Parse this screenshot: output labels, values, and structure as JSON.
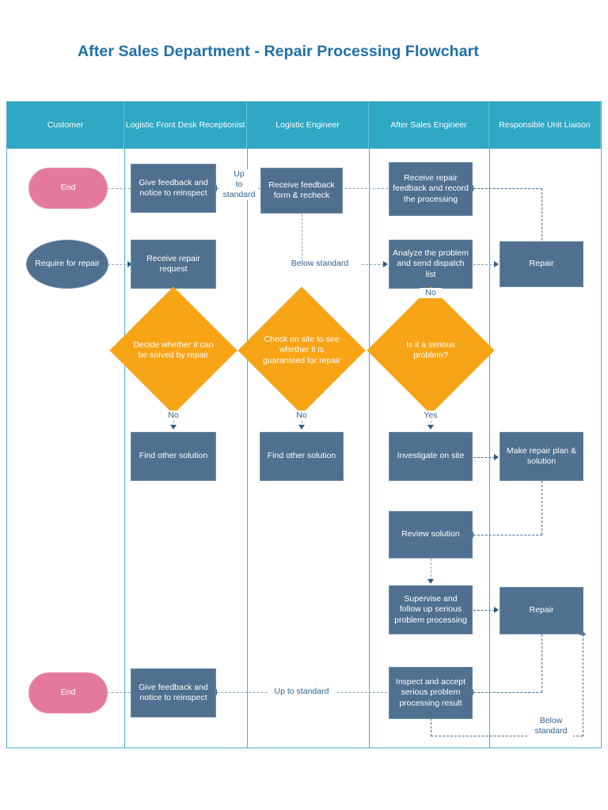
{
  "title": "After Sales Department - Repair Processing Flowchart",
  "colors": {
    "title": "#1F6FA8",
    "lane_header": "#2EA8C3",
    "process": "#50708F",
    "decision": "#F8A417",
    "terminator": "#E37A9E",
    "connector": "#3E6E96",
    "label_text": "#2D6491"
  },
  "chart_data": {
    "type": "diagram",
    "diagram_kind": "swimlane-flowchart",
    "title": "After Sales Department - Repair Processing Flowchart",
    "lanes": [
      {
        "id": "customer",
        "label": "Customer"
      },
      {
        "id": "front-desk",
        "label": "Logistic Front Desk Receptionist"
      },
      {
        "id": "logistic-engineer",
        "label": "Logistic Engineer"
      },
      {
        "id": "after-sales-engineer",
        "label": "After Sales Engineer"
      },
      {
        "id": "responsible-unit",
        "label": "Responsible Unit Liaison"
      }
    ],
    "nodes": [
      {
        "id": "end-top",
        "lane": "customer",
        "shape": "terminator",
        "label": "End"
      },
      {
        "id": "require-repair",
        "lane": "customer",
        "shape": "oval",
        "label": "Require for repair"
      },
      {
        "id": "end-bottom",
        "lane": "customer",
        "shape": "terminator",
        "label": "End"
      },
      {
        "id": "give-feedback-top",
        "lane": "front-desk",
        "shape": "process",
        "label": "Give feedback and notice to reinspect"
      },
      {
        "id": "receive-repair-request",
        "lane": "front-desk",
        "shape": "process",
        "label": "Receive repair request"
      },
      {
        "id": "decide-repair",
        "lane": "front-desk",
        "shape": "decision",
        "label": "Decide whether it can be solved by repair"
      },
      {
        "id": "find-other-solution-1",
        "lane": "front-desk",
        "shape": "process",
        "label": "Find other solution"
      },
      {
        "id": "give-feedback-bottom",
        "lane": "front-desk",
        "shape": "process",
        "label": "Give feedback and notice to reinspect"
      },
      {
        "id": "receive-feedback-form",
        "lane": "logistic-engineer",
        "shape": "process",
        "label": "Receive feedback form & recheck"
      },
      {
        "id": "check-on-site",
        "lane": "logistic-engineer",
        "shape": "decision",
        "label": "Check on site to see whether it is guaranteed for repair"
      },
      {
        "id": "find-other-solution-2",
        "lane": "logistic-engineer",
        "shape": "process",
        "label": "Find other solution"
      },
      {
        "id": "receive-repair-feedback",
        "lane": "after-sales-engineer",
        "shape": "process",
        "label": "Receive repair feedback and record the processing"
      },
      {
        "id": "analyze-problem",
        "lane": "after-sales-engineer",
        "shape": "process",
        "label": "Analyze the problem and send dispatch list"
      },
      {
        "id": "serious-problem",
        "lane": "after-sales-engineer",
        "shape": "decision",
        "label": "Is it a serious problem?"
      },
      {
        "id": "investigate-on-site",
        "lane": "after-sales-engineer",
        "shape": "process",
        "label": "Investigate on site"
      },
      {
        "id": "review-solution",
        "lane": "after-sales-engineer",
        "shape": "process",
        "label": "Review solution"
      },
      {
        "id": "supervise-follow-up",
        "lane": "after-sales-engineer",
        "shape": "process",
        "label": "Supervise and follow up serious problem processing"
      },
      {
        "id": "inspect-accept",
        "lane": "after-sales-engineer",
        "shape": "process",
        "label": "Inspect and accept serious problem processing result"
      },
      {
        "id": "repair-top",
        "lane": "responsible-unit",
        "shape": "process",
        "label": "Repair"
      },
      {
        "id": "make-repair-plan",
        "lane": "responsible-unit",
        "shape": "process",
        "label": "Make repair plan & solution"
      },
      {
        "id": "repair-bottom",
        "lane": "responsible-unit",
        "shape": "process",
        "label": "Repair"
      }
    ],
    "edges": [
      {
        "from": "give-feedback-top",
        "to": "end-top",
        "label": ""
      },
      {
        "from": "receive-feedback-form",
        "to": "give-feedback-top",
        "label": "Up to standard"
      },
      {
        "from": "receive-repair-feedback",
        "to": "receive-feedback-form",
        "label": ""
      },
      {
        "from": "repair-top",
        "to": "receive-repair-feedback",
        "label": ""
      },
      {
        "from": "require-repair",
        "to": "receive-repair-request",
        "label": ""
      },
      {
        "from": "receive-feedback-form",
        "to": "analyze-problem",
        "label": "Below standard"
      },
      {
        "from": "analyze-problem",
        "to": "repair-top",
        "label": ""
      },
      {
        "from": "serious-problem",
        "to": "analyze-problem",
        "label": "No"
      },
      {
        "from": "receive-repair-request",
        "to": "decide-repair",
        "label": ""
      },
      {
        "from": "decide-repair",
        "to": "check-on-site",
        "label": ""
      },
      {
        "from": "check-on-site",
        "to": "serious-problem",
        "label": ""
      },
      {
        "from": "decide-repair",
        "to": "find-other-solution-1",
        "label": "No"
      },
      {
        "from": "check-on-site",
        "to": "find-other-solution-2",
        "label": "No"
      },
      {
        "from": "serious-problem",
        "to": "investigate-on-site",
        "label": "Yes"
      },
      {
        "from": "investigate-on-site",
        "to": "make-repair-plan",
        "label": ""
      },
      {
        "from": "make-repair-plan",
        "to": "review-solution",
        "label": ""
      },
      {
        "from": "review-solution",
        "to": "supervise-follow-up",
        "label": ""
      },
      {
        "from": "supervise-follow-up",
        "to": "repair-bottom",
        "label": ""
      },
      {
        "from": "repair-bottom",
        "to": "inspect-accept",
        "label": ""
      },
      {
        "from": "inspect-accept",
        "to": "give-feedback-bottom",
        "label": "Up to standard"
      },
      {
        "from": "give-feedback-bottom",
        "to": "end-bottom",
        "label": ""
      },
      {
        "from": "inspect-accept",
        "to": "repair-bottom",
        "label": "Below standard"
      }
    ],
    "edge_labels": [
      "Up to standard",
      "Below standard",
      "No",
      "No",
      "No",
      "Yes",
      "Up to standard",
      "Below standard"
    ]
  },
  "lane_headers": {
    "customer": "Customer",
    "front_desk": "Logistic Front Desk Receptionist",
    "logistic_engineer": "Logistic Engineer",
    "after_sales_engineer": "After Sales Engineer",
    "responsible_unit": "Responsible Unit Liaison"
  },
  "nodes": {
    "end_top": "End",
    "require_repair": "Require for repair",
    "end_bottom": "End",
    "give_feedback_top": "Give feedback and notice to reinspect",
    "receive_repair_request": "Receive repair request",
    "decide_repair": "Decide whether it can be solved by repair",
    "find_other_solution_1": "Find other solution",
    "give_feedback_bottom": "Give feedback and notice to reinspect",
    "receive_feedback_form": "Receive feedback form & recheck",
    "check_on_site": "Check on site to see whether it is guaranteed for repair",
    "find_other_solution_2": "Find other solution",
    "receive_repair_feedback": "Receive repair feedback and record the processing",
    "analyze_problem": "Analyze the problem and send dispatch list",
    "serious_problem": "Is it a serious problem?",
    "investigate_on_site": "Investigate on site",
    "review_solution": "Review solution",
    "supervise_follow_up": "Supervise and follow up serious problem processing",
    "inspect_accept": "Inspect and accept serious problem processing result",
    "repair_top": "Repair",
    "make_repair_plan": "Make repair plan & solution",
    "repair_bottom": "Repair"
  },
  "edge_labels": {
    "up_to_standard_top": "Up\nto\nstandard",
    "below_standard_mid": "Below standard",
    "no_analyze": "No",
    "no_decide": "No",
    "no_check": "No",
    "yes_serious": "Yes",
    "up_to_standard_bottom": "Up to standard",
    "below_standard_bottom": "Below\nstandard"
  }
}
